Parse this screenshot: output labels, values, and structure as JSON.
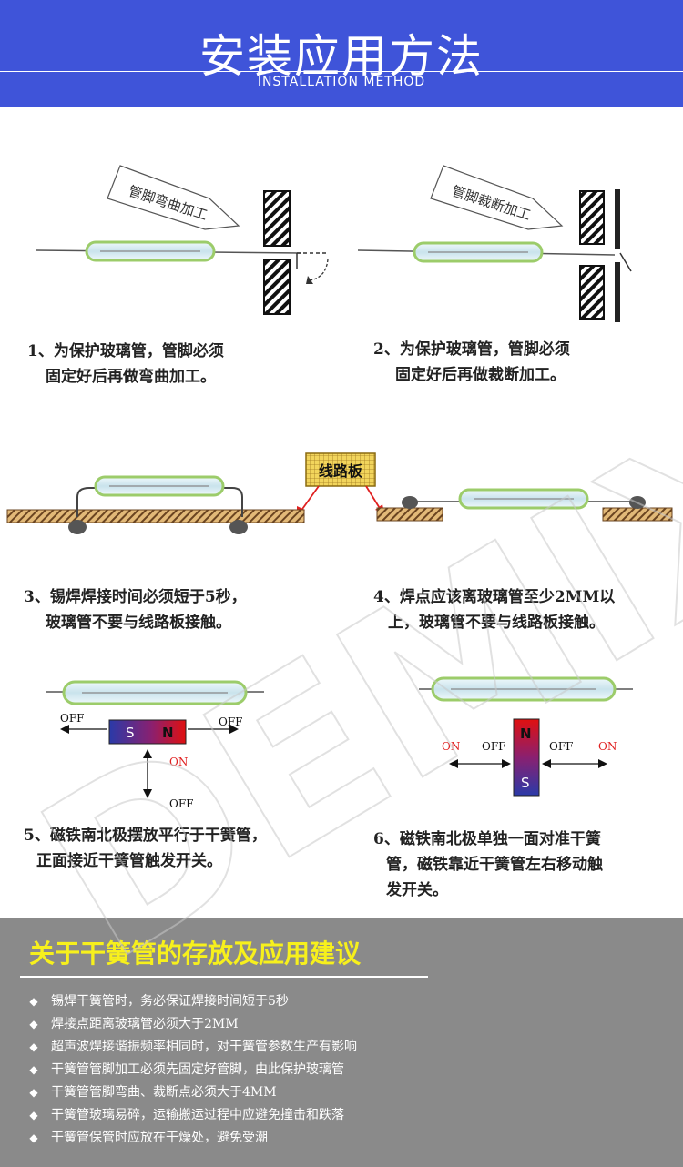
{
  "header": {
    "title": "安装应用方法",
    "subtitle": "INSTALLATION METHOD"
  },
  "steps": [
    {
      "label": "管脚弯曲加工",
      "line1": "1、为保护玻璃管，管脚必须",
      "line2": "固定好后再做弯曲加工。"
    },
    {
      "label": "管脚裁断加工",
      "line1": "2、为保护玻璃管，管脚必须",
      "line2": "固定好后再做裁断加工。"
    },
    {
      "board_label": "线路板",
      "line1": "3、锡焊焊接时间必须短于5秒，",
      "line2": "玻璃管不要与线路板接触。"
    },
    {
      "line1": "4、焊点应该离玻璃管至少2MM以",
      "line2": "上，玻璃管不要与线路板接触。"
    },
    {
      "off_left": "OFF",
      "off_right": "OFF",
      "on": "ON",
      "off_bottom": "OFF",
      "pole_s": "S",
      "pole_n": "N",
      "line1": "5、磁铁南北极摆放平行于干簧管，",
      "line2": "正面接近干簧管触发开关。"
    },
    {
      "on_left": "ON",
      "off_left": "OFF",
      "off_right": "OFF",
      "on_right": "ON",
      "pole_n": "N",
      "pole_s": "S",
      "line1": "6、磁铁南北极单独一面对准干簧",
      "line2": "管，磁铁靠近干簧管左右移动触",
      "line3": "发开关。"
    }
  ],
  "tips": {
    "title": "关于干簧管的存放及应用建议",
    "items": [
      "锡焊干簧管时，务必保证焊接时间短于5秒",
      "焊接点距离玻璃管必须大于2MM",
      "超声波焊接谐振频率相同时，对干簧管参数生产有影响",
      "干簧管管脚加工必须先固定好管脚，由此保护玻璃管",
      "干簧管管脚弯曲、裁断点必须大于4MM",
      "干簧管玻璃易碎，运输搬运过程中应避免撞击和跌落",
      "干簧管保管时应放在干燥处，避免受潮"
    ]
  },
  "watermark": "DEMIX",
  "colors": {
    "banner": "#3f54d9",
    "tips_bg": "#8a8a8a",
    "tips_title": "#f7f01c",
    "tube_fill": "#d8ecf2",
    "tube_edge": "#a8d47a",
    "pcb": "#c9964e",
    "arrow_red": "#e02020"
  }
}
